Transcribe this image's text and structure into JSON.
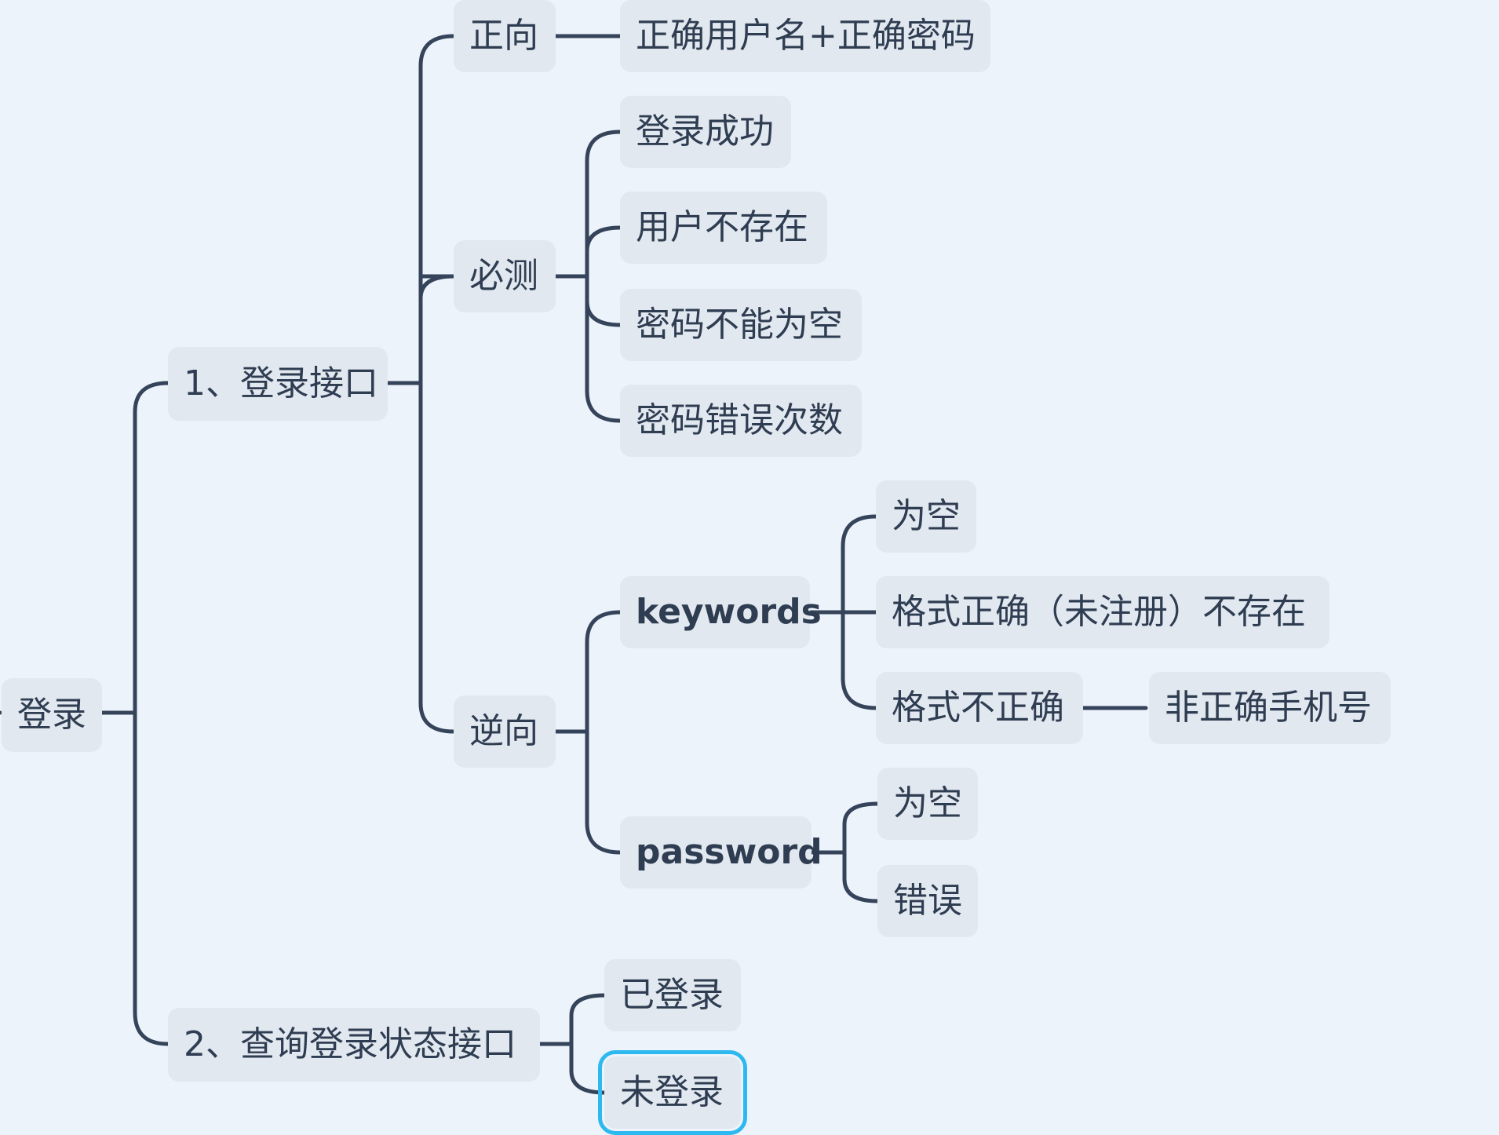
{
  "mindmap": {
    "root": "登录",
    "nodes": {
      "login_api": "1、登录接口",
      "forward": "正向",
      "forward_case": "正确用户名+正确密码",
      "must_test": "必测",
      "login_success": "登录成功",
      "user_not_exist": "用户不存在",
      "password_not_empty": "密码不能为空",
      "password_error_count": "密码错误次数",
      "reverse": "逆向",
      "keywords": "keywords",
      "keywords_empty": "为空",
      "keywords_valid_unregistered": "格式正确（未注册）不存在",
      "keywords_invalid_format": "格式不正确",
      "keywords_invalid_phone": "非正确手机号",
      "password": "password",
      "password_empty": "为空",
      "password_wrong": "错误",
      "query_status_api": "2、查询登录状态接口",
      "logged_in": "已登录",
      "not_logged_in": "未登录"
    },
    "selected": "未登录",
    "colors": {
      "background": "#edf3fa",
      "node": "#e2e8ef",
      "line": "#35445a",
      "text": "#2f3d52",
      "selection": "#2eb8f0"
    }
  }
}
